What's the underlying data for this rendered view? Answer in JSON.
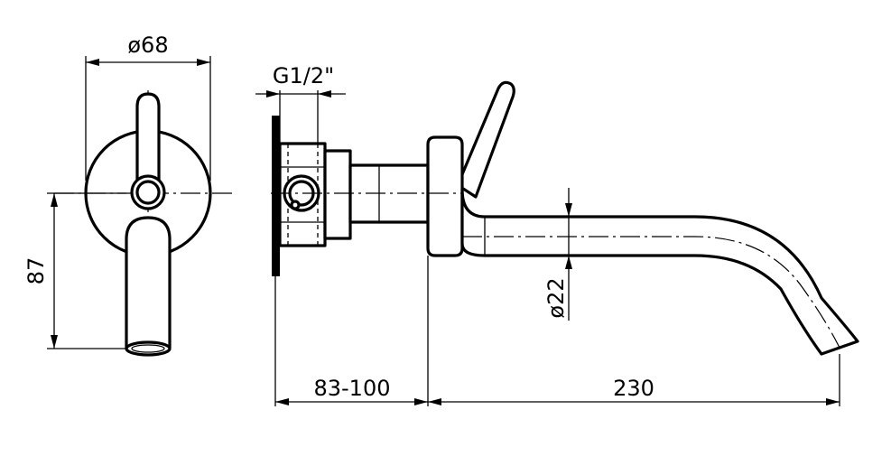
{
  "dimensions": {
    "rosette_diameter": "ø68",
    "height_label": "87",
    "connection_thread": "G1/2\"",
    "spout_diameter": "ø22",
    "wall_depth": "83-100",
    "spout_length": "230"
  }
}
